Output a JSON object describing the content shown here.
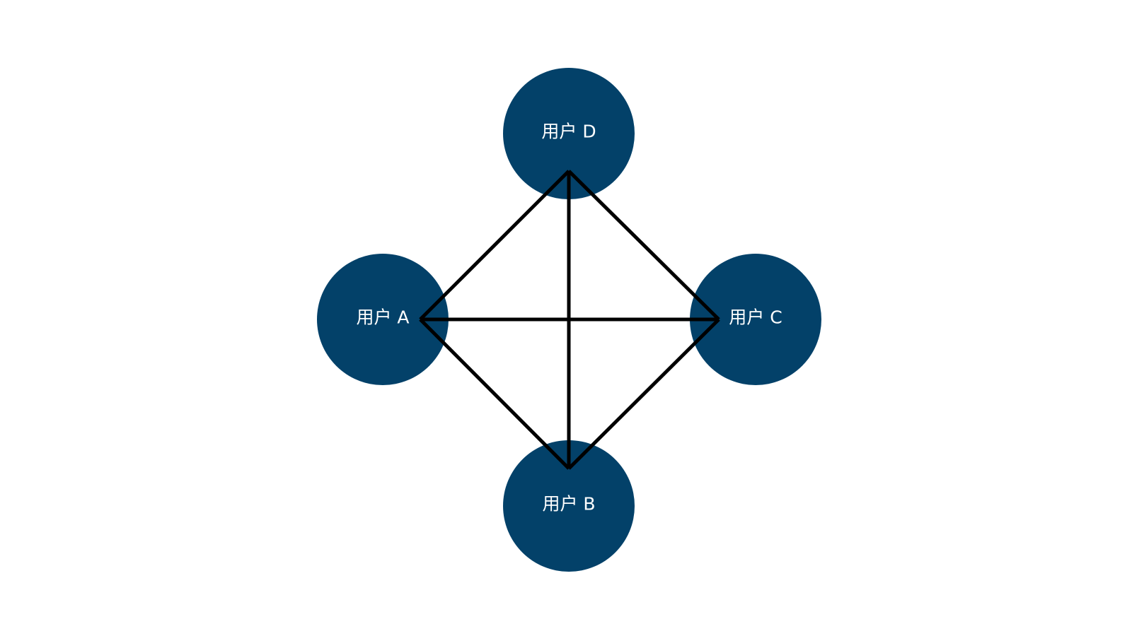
{
  "diagram": {
    "colors": {
      "node_fill": "#034169",
      "node_text": "#ffffff",
      "edge": "#000000",
      "background": "#ffffff"
    },
    "nodes": [
      {
        "id": "D",
        "label": "用户 D"
      },
      {
        "id": "A",
        "label": "用户 A"
      },
      {
        "id": "C",
        "label": "用户 C"
      },
      {
        "id": "B",
        "label": "用户 B"
      }
    ],
    "edges": [
      {
        "from": "A",
        "to": "D"
      },
      {
        "from": "D",
        "to": "C"
      },
      {
        "from": "C",
        "to": "B"
      },
      {
        "from": "B",
        "to": "A"
      },
      {
        "from": "A",
        "to": "C"
      },
      {
        "from": "D",
        "to": "B"
      }
    ]
  }
}
